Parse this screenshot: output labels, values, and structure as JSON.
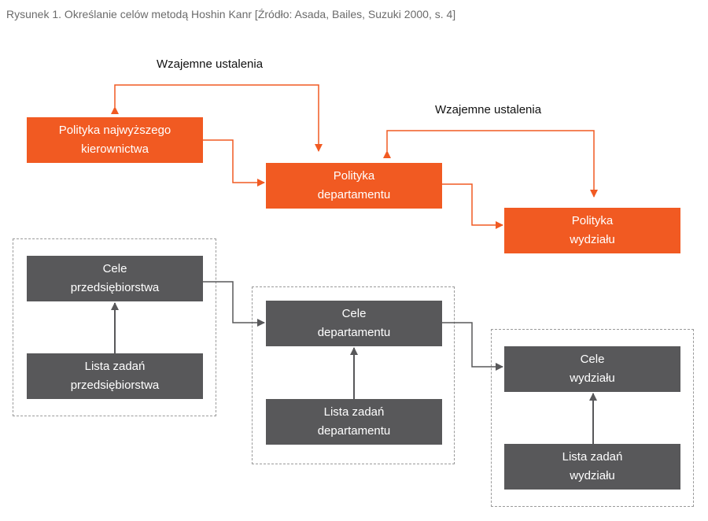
{
  "caption": "Rysunek 1. Określanie celów metodą Hoshin Kanr [Źródło: Asada, Bailes, Suzuki 2000, s. 4]",
  "labels": {
    "mutual_1": "Wzajemne ustalenia",
    "mutual_2": "Wzajemne ustalenia"
  },
  "policy": {
    "top": {
      "line1": "Polityka najwyższego",
      "line2": "kierownictwa"
    },
    "department": {
      "line1": "Polityka",
      "line2": "departamentu"
    },
    "division": {
      "line1": "Polityka",
      "line2": "wydziału"
    }
  },
  "goals": {
    "company": {
      "goal": {
        "line1": "Cele",
        "line2": "przedsiębiorstwa"
      },
      "tasks": {
        "line1": "Lista zadań",
        "line2": "przedsiębiorstwa"
      }
    },
    "department": {
      "goal": {
        "line1": "Cele",
        "line2": "departamentu"
      },
      "tasks": {
        "line1": "Lista zadań",
        "line2": "departamentu"
      }
    },
    "division": {
      "goal": {
        "line1": "Cele",
        "line2": "wydziału"
      },
      "tasks": {
        "line1": "Lista zadań",
        "line2": "wydziału"
      }
    }
  },
  "colors": {
    "policy": "#f15a22",
    "goal": "#58585a",
    "arrow_orange": "#f15a22",
    "arrow_gray": "#58585a"
  }
}
